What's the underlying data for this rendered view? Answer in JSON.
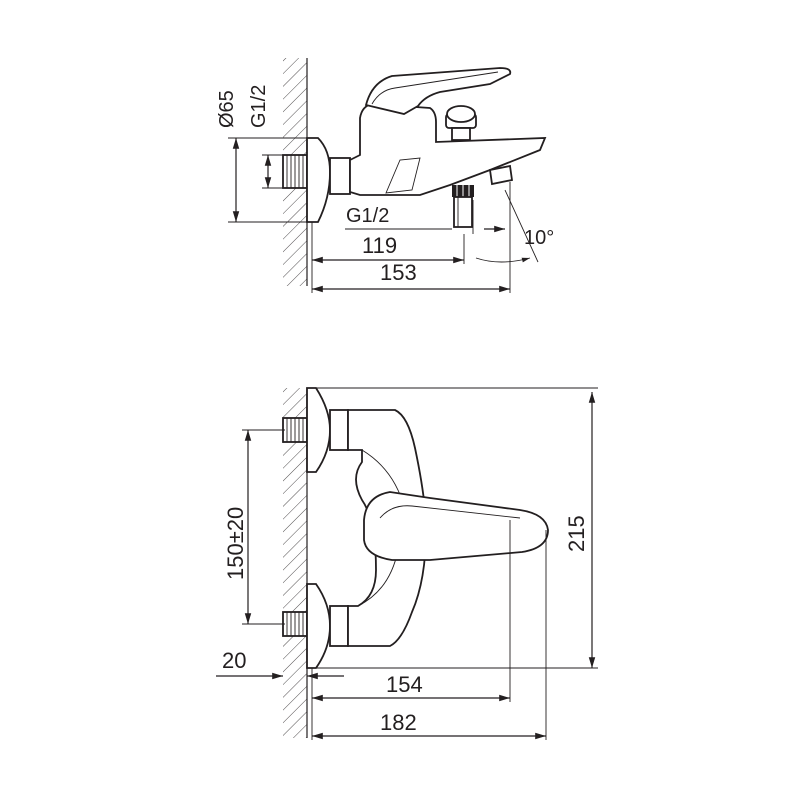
{
  "top_view": {
    "dims": {
      "diameter": "Ø65",
      "thread_top": "G1/2",
      "thread_outlet": "G1/2",
      "len_119": "119",
      "len_153": "153",
      "angle": "10°"
    }
  },
  "front_view": {
    "dims": {
      "spacing": "150±20",
      "height": "215",
      "offset": "20",
      "len_154": "154",
      "len_182": "182"
    }
  },
  "colors": {
    "line": "#231f20",
    "background": "#ffffff"
  }
}
